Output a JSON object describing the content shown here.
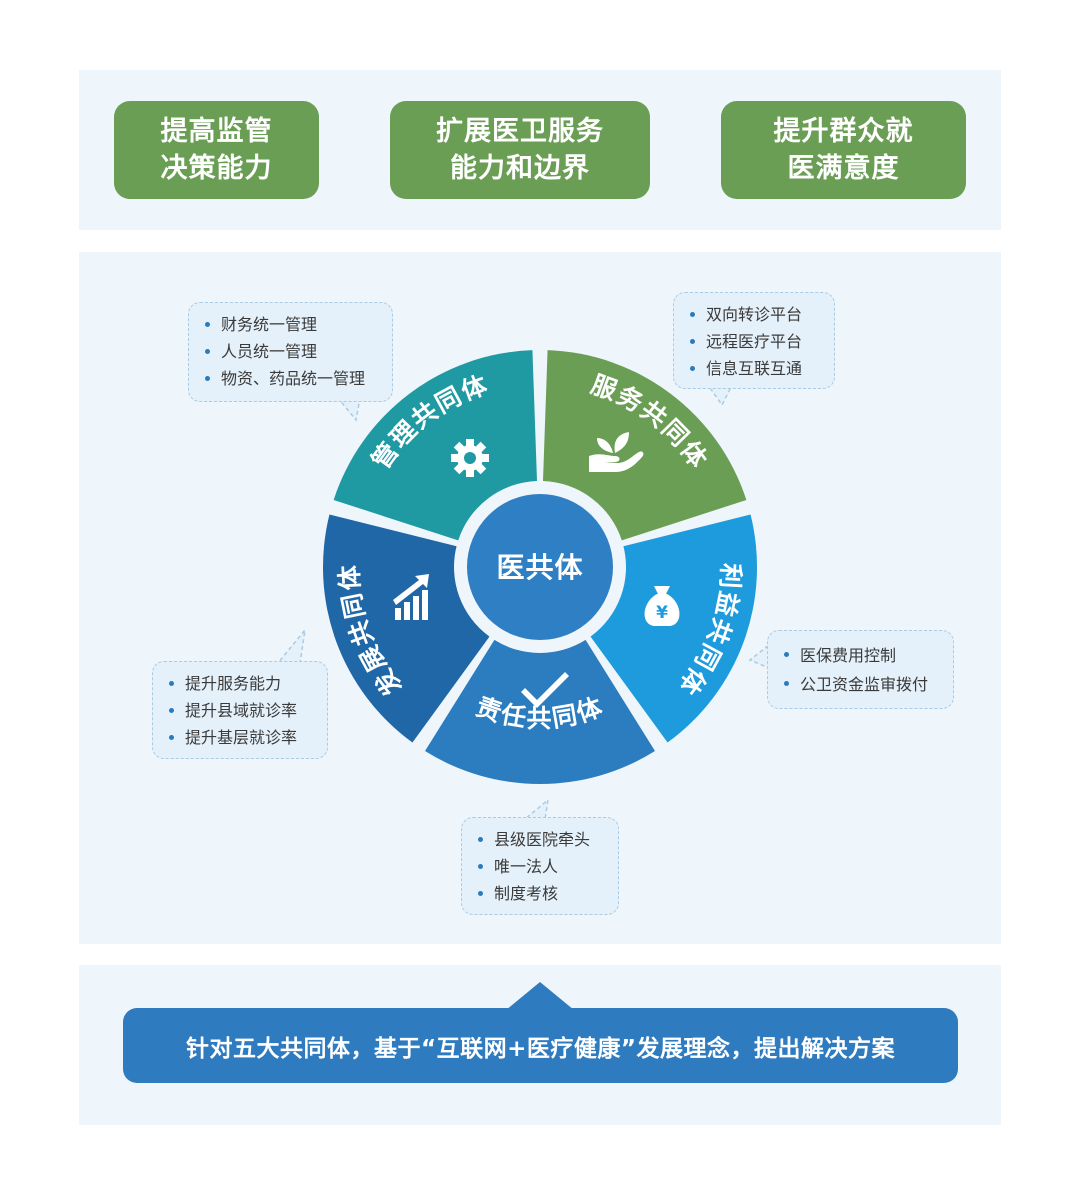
{
  "goals": [
    {
      "line1": "提高监管",
      "line2": "决策能力"
    },
    {
      "line1": "扩展医卫服务",
      "line2": "能力和边界"
    },
    {
      "line1": "提升群众就",
      "line2": "医满意度"
    }
  ],
  "center": {
    "label": "医共体",
    "color": "#2e7fc3"
  },
  "segments": [
    {
      "key": "mgmt",
      "label": "管理共同体",
      "icon": "gear-icon",
      "color": "#1f9aa3"
    },
    {
      "key": "service",
      "label": "服务共同体",
      "icon": "hand-sprout-icon",
      "color": "#6a9e54"
    },
    {
      "key": "benefit",
      "label": "利益共同体",
      "icon": "money-bag-icon",
      "color": "#1d9bdc"
    },
    {
      "key": "responsibility",
      "label": "责任共同体",
      "icon": "checkmark-icon",
      "color": "#2c7cc0"
    },
    {
      "key": "development",
      "label": "发展共同体",
      "icon": "growth-chart-icon",
      "color": "#1f67a6"
    }
  ],
  "bubbles": {
    "mgmt": [
      "财务统一管理",
      "人员统一管理",
      "物资、药品统一管理"
    ],
    "service": [
      "双向转诊平台",
      "远程医疗平台",
      "信息互联互通"
    ],
    "benefit": [
      "医保费用控制",
      "公卫资金监审拨付"
    ],
    "development": [
      "提升服务能力",
      "提升县域就诊率",
      "提升基层就诊率"
    ],
    "responsibility": [
      "县级医院牵头",
      "唯一法人",
      "制度考核"
    ]
  },
  "footer": {
    "text": "针对五大共同体，基于“互联网+医疗健康”发展理念，提出解决方案"
  }
}
